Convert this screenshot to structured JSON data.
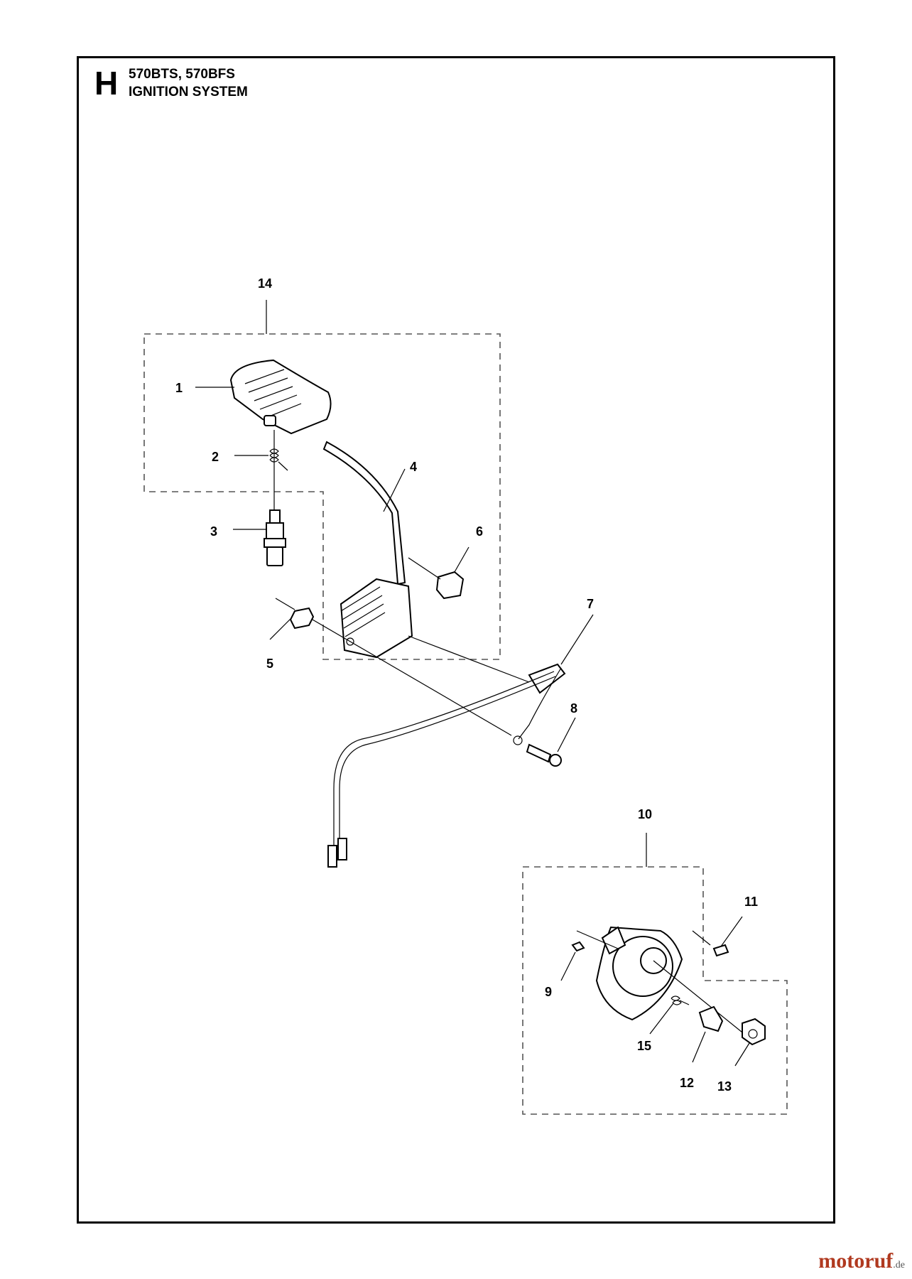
{
  "header": {
    "section_letter": "H",
    "models": "570BTS, 570BFS",
    "title": "IGNITION SYSTEM"
  },
  "callouts": [
    "1",
    "2",
    "3",
    "4",
    "5",
    "6",
    "7",
    "8",
    "9",
    "10",
    "11",
    "12",
    "13",
    "14",
    "15"
  ],
  "watermark": {
    "brand": "motoruf",
    "tld": ".de"
  },
  "colors": {
    "watermark": "#b0391f",
    "line": "#000000"
  }
}
